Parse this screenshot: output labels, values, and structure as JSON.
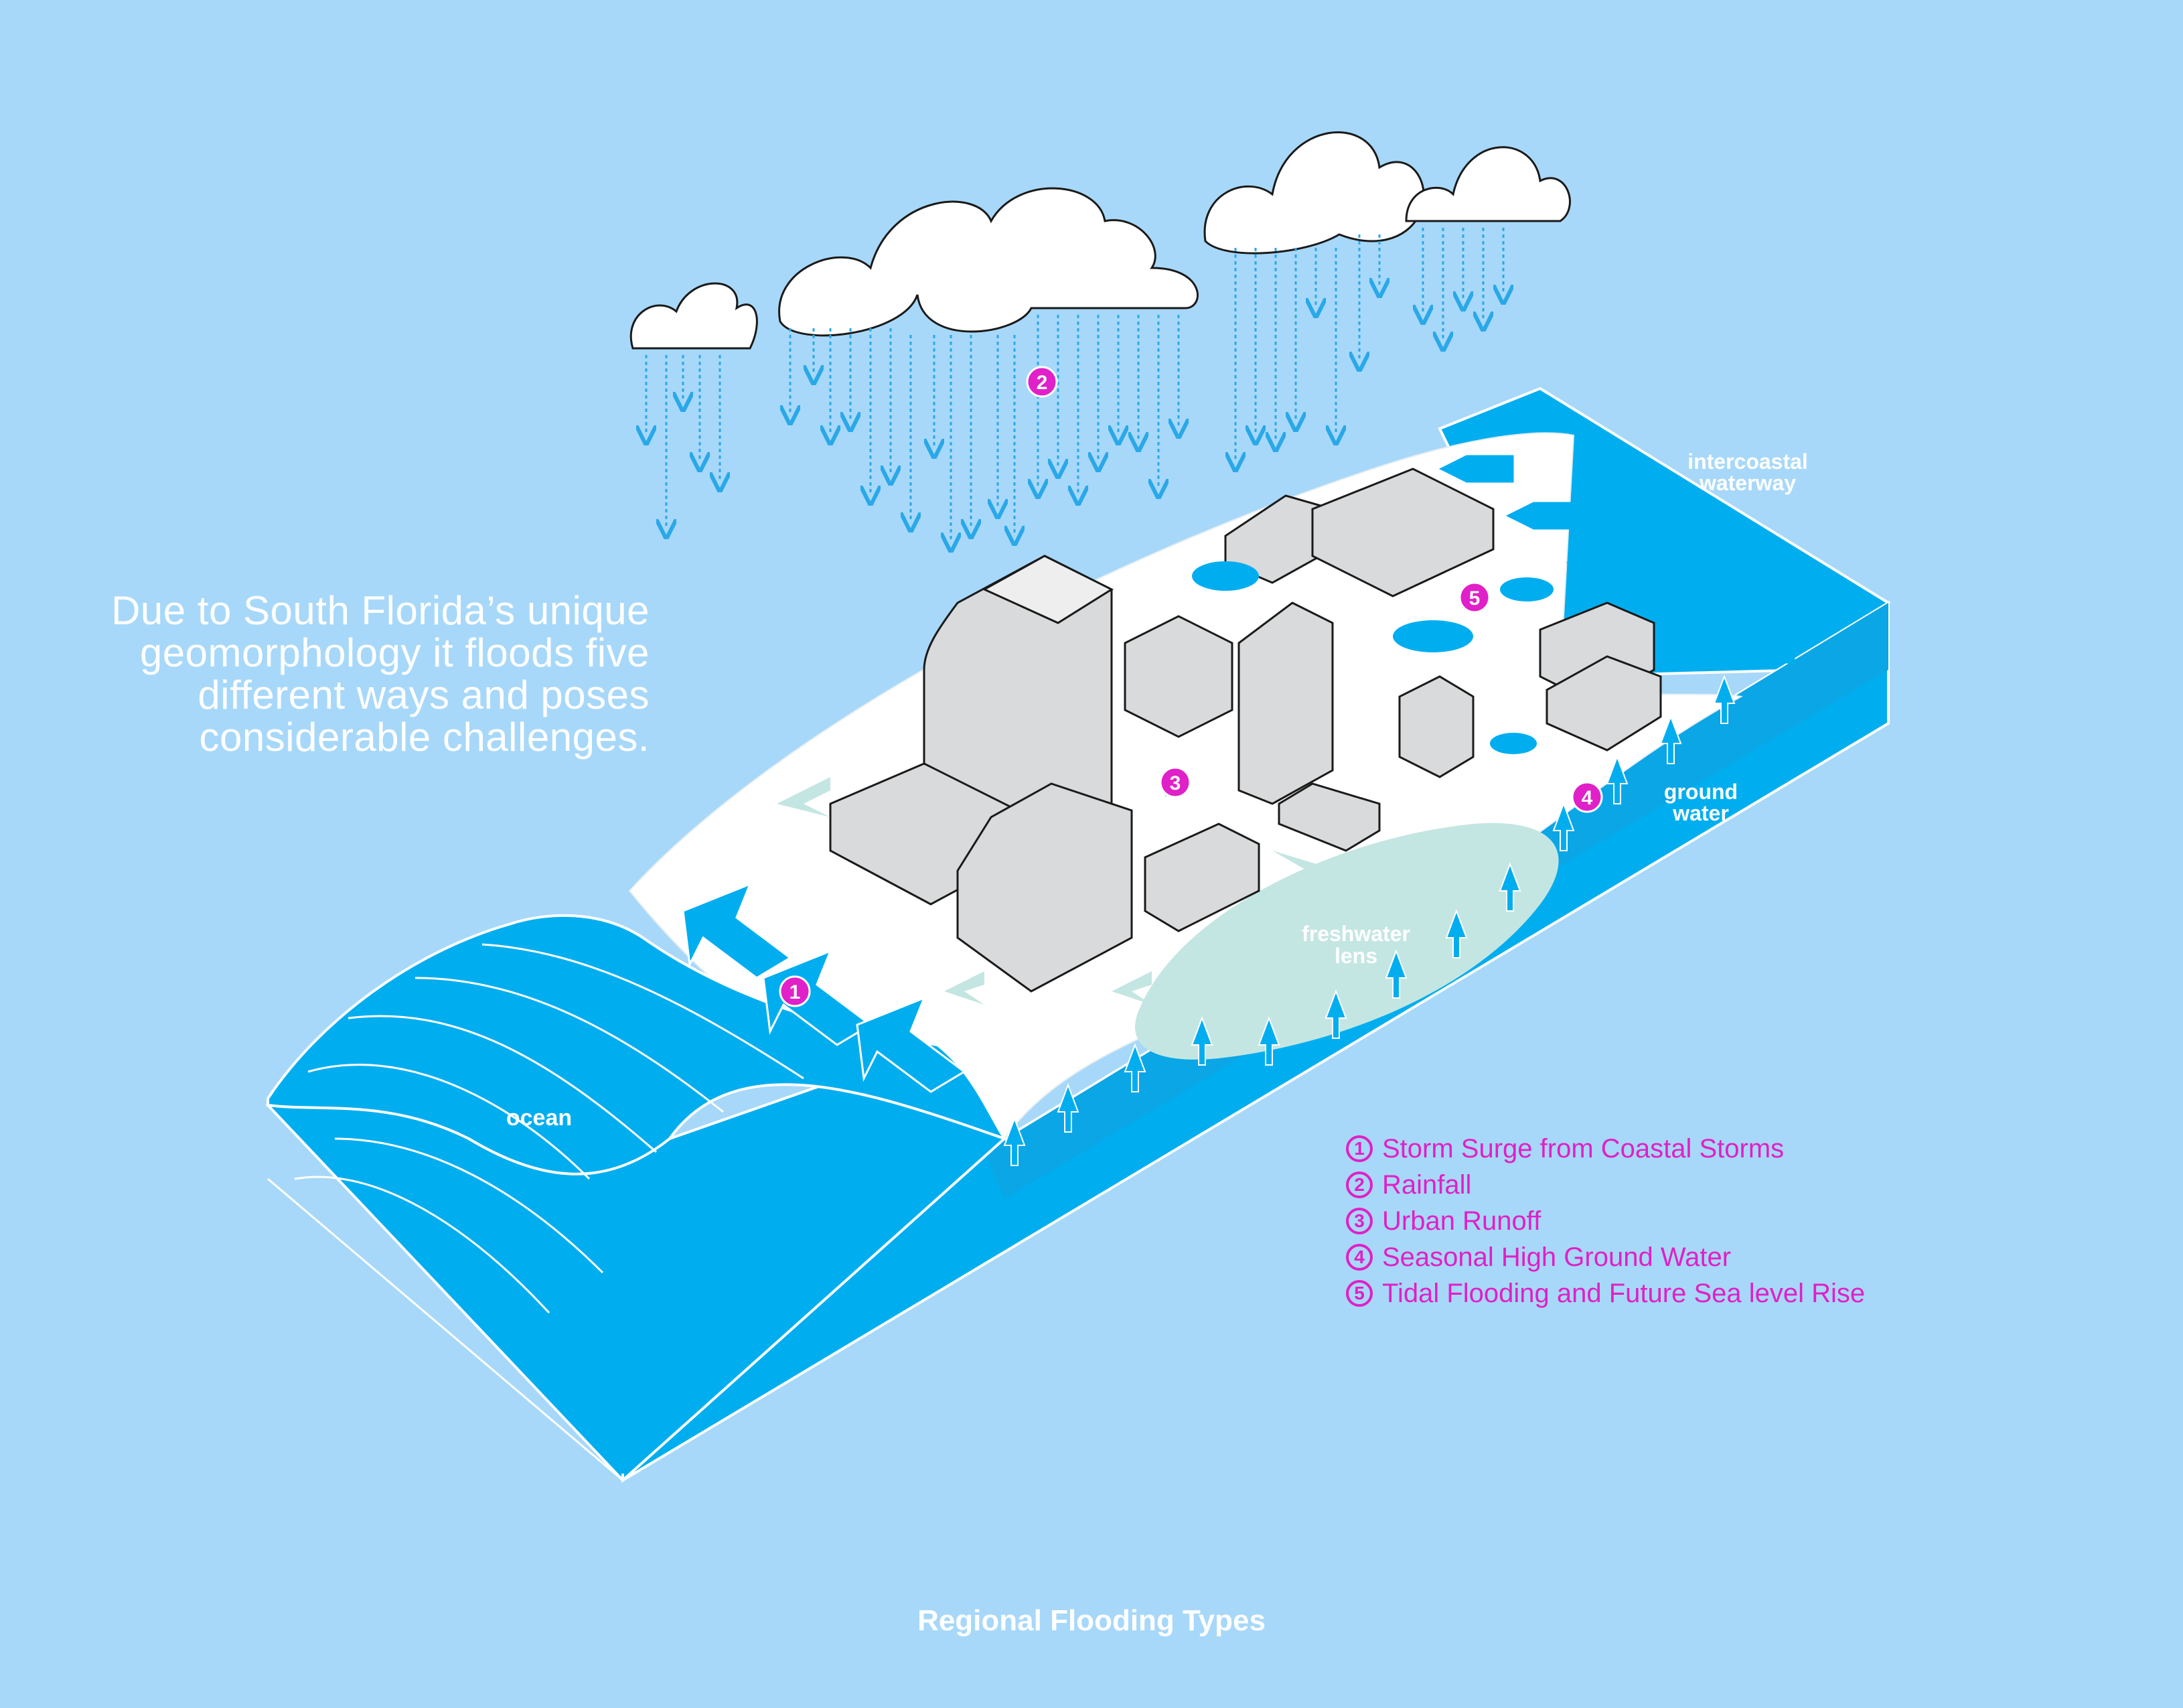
{
  "intro_text": [
    "Due to South Florida’s unique",
    "geomorphology it floods five",
    "different ways and poses",
    "considerable challenges."
  ],
  "labels": {
    "ocean": "ocean",
    "intercoastal": [
      "intercoastal",
      "waterway"
    ],
    "ground_water": [
      "ground",
      "water"
    ],
    "freshwater_lens": [
      "freshwater",
      "lens"
    ]
  },
  "markers": [
    "1",
    "2",
    "3",
    "4",
    "5"
  ],
  "legend": [
    {
      "num": "1",
      "label": "Storm Surge from Coastal Storms"
    },
    {
      "num": "2",
      "label": "Rainfall"
    },
    {
      "num": "3",
      "label": "Urban Runoff"
    },
    {
      "num": "4",
      "label": "Seasonal High Ground Water"
    },
    {
      "num": "5",
      "label": "Tidal Flooding and Future Sea level Rise"
    }
  ],
  "caption": "Regional Flooding Types",
  "colors": {
    "background": "#a7d8f9",
    "water": "#00aeef",
    "accent": "#e020c8",
    "lens": "#c4e6e3",
    "building": "#d9dadb"
  }
}
